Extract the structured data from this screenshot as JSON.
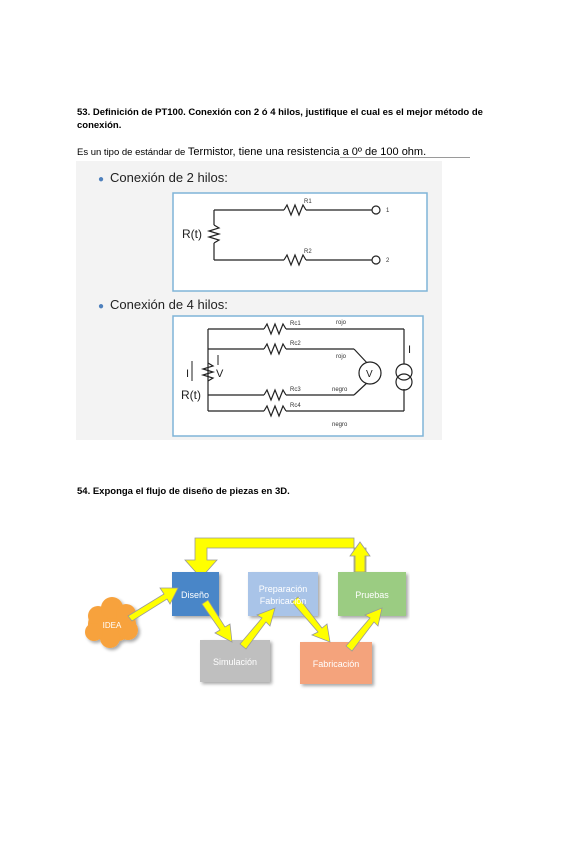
{
  "q53": {
    "title": "53. Definición de PT100. Conexión con 2 ó 4 hilos, justifique el cual es el mejor método de conexión.",
    "line1": "53. Definición de PT100. Conexión con 2 ó 4 hilos, justifique el cual es el mejor método de",
    "line2": "conexión.",
    "answer_a": "Es un tipo de estándar de ",
    "answer_b": "Termistor",
    "answer_c": ", tiene una resistencia a ",
    "answer_d": "0º de 100 ohm."
  },
  "diagram2": {
    "bullet": "Conexión de 2 hilos:",
    "rt": "R(t)",
    "r1": "R1",
    "r2": "R2",
    "t1": "1",
    "t2": "2"
  },
  "diagram4": {
    "bullet": "Conexión de 4 hilos:",
    "rt": "R(t)",
    "i_left": "I",
    "v_left": "V",
    "rc1": "Rc1",
    "rc2": "Rc2",
    "rc3": "Rc3",
    "rc4": "Rc4",
    "rojo1": "rojo",
    "rojo2": "rojo",
    "negro1": "negro",
    "negro2": "negro",
    "v_meter": "V",
    "i_source": "I"
  },
  "q54": {
    "title": "54. Exponga el flujo de diseño de piezas en 3D."
  },
  "flow": {
    "idea": "IDEA",
    "diseno": "Diseño",
    "prep1": "Preparación",
    "prep2": "Fabricación",
    "pruebas": "Pruebas",
    "simulacion": "Simulación",
    "fabricacion": "Fabricación",
    "colors": {
      "diseno": "#4a86c8",
      "prep": "#a9c4e8",
      "pruebas": "#9bcc82",
      "simulacion": "#bfbfbf",
      "fabricacion": "#f4a37c",
      "arrow": "#ffff00",
      "idea": "#f7a23c"
    }
  }
}
